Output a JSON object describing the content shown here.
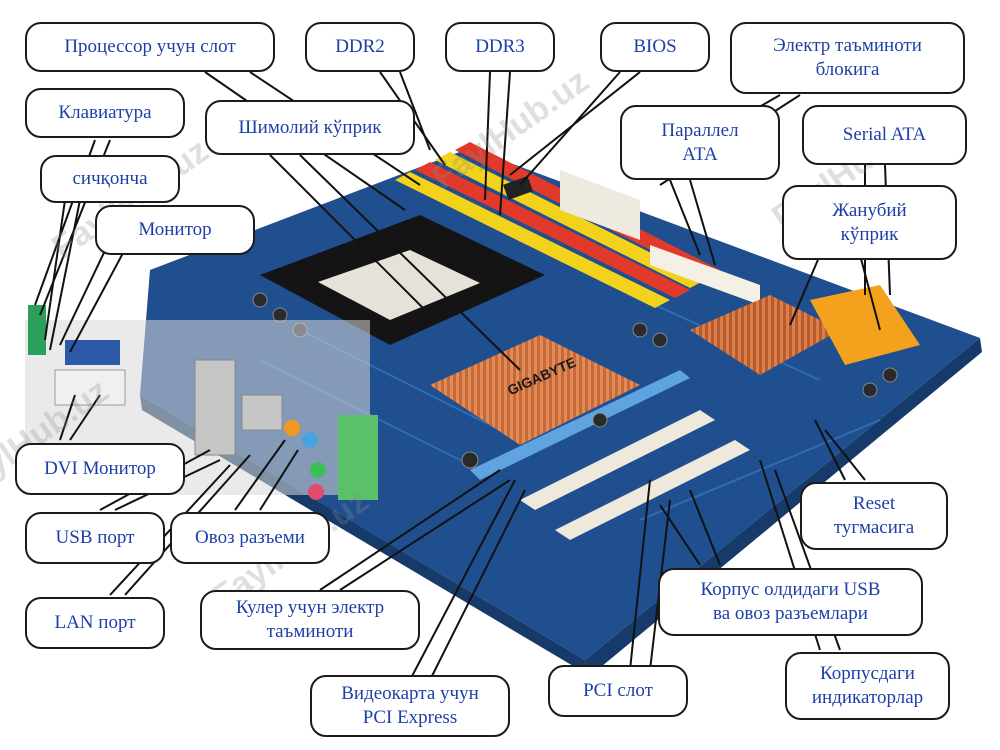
{
  "labels": {
    "cpu_slot": "Процессор учун слот",
    "ddr2": "DDR2",
    "ddr3": "DDR3",
    "bios": "BIOS",
    "psu_line1": "Электр таъминоти",
    "psu_line2": "блокига",
    "keyboard": "Клавиатура",
    "north_bridge": "Шимолий кўприк",
    "parallel_line1": "Параллел",
    "parallel_line2": "ATA",
    "serial_ata": "Serial ATA",
    "mouse": "сичқонча",
    "monitor": "Монитор",
    "south_line1": "Жанубий",
    "south_line2": "кўприк",
    "dvi_monitor": "DVI Монитор",
    "usb_port": "USB порт",
    "audio_jack": "Овоз разъеми",
    "reset_line1": "Reset",
    "reset_line2": "тугмасига",
    "lan_port": "LAN порт",
    "cooler_line1": "Кулер учун электр",
    "cooler_line2": "таъминоти",
    "front_usb_line1": "Корпус олдидаги USB",
    "front_usb_line2": "ва овоз разъемлари",
    "indicators_line1": "Корпусдаги",
    "indicators_line2": "индикаторлар",
    "gpu_line1": "Видеокарта учун",
    "gpu_line2": "PCI Express",
    "pci_slot": "PCI слот"
  },
  "board_brand": "GIGABYTE",
  "watermark": "FaylHub.uz",
  "colors": {
    "label_text": "#1d3fa8",
    "label_border": "#1b1b1b",
    "pcb": "#1f4f8f",
    "ram_yellow": "#f2d21b",
    "ram_red": "#e23a2a",
    "heatsink": "#c8683a",
    "pcie_blue": "#5fa4e0",
    "sata_orange": "#f4a21e"
  }
}
